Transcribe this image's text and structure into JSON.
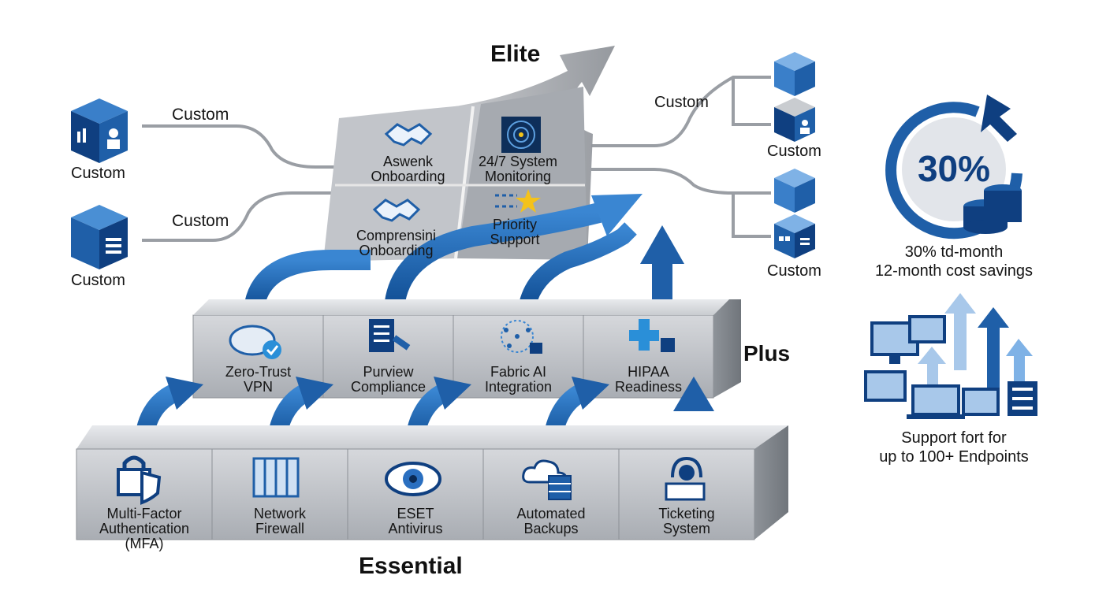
{
  "tiers": {
    "elite": "Elite",
    "plus": "Plus",
    "essential": "Essential"
  },
  "elite_cards": [
    {
      "label": "Aswenk\nOnboarding",
      "icon": "handshake-icon"
    },
    {
      "label": "24/7 System\nMonitoring",
      "icon": "radar-icon"
    },
    {
      "label": "Comprensini\nOnboarding",
      "icon": "handshake-icon"
    },
    {
      "label": "Priority\nSupport",
      "icon": "star-icon"
    }
  ],
  "plus_blocks": [
    {
      "label": "Zero-Trust\nVPN",
      "icon": "vpn-shield-icon"
    },
    {
      "label": "Purview\nCompliance",
      "icon": "checklist-gavel-icon"
    },
    {
      "label": "Fabric AI\nIntegration",
      "icon": "network-lock-icon"
    },
    {
      "label": "HIPAA\nReadiness",
      "icon": "medical-lock-icon"
    }
  ],
  "essential_blocks": [
    {
      "label": "Multi-Factor\nAuthentication\n(MFA)",
      "icon": "lock-shield-icon"
    },
    {
      "label": "Network\nFirewall",
      "icon": "firewall-icon"
    },
    {
      "label": "ESET\nAntivirus",
      "icon": "eye-icon"
    },
    {
      "label": "Automated\nBackups",
      "icon": "cloud-database-icon"
    },
    {
      "label": "Ticketing\nSystem",
      "icon": "headset-ticket-icon"
    }
  ],
  "custom": {
    "left_top_link": "Custom",
    "left_bottom_link": "Custom",
    "left_top_box": "Custom",
    "left_bottom_box": "Custom",
    "right_link": "Custom",
    "right_top_box": "Custom",
    "right_bottom_box": "Custom"
  },
  "savings": {
    "badge": "30%",
    "caption": "30% td-month\n12-month cost savings"
  },
  "endpoints": {
    "caption": "Support fort for\nup to 100+ Endpoints"
  },
  "colors": {
    "blue": "#1f5fa8",
    "light_blue": "#4a8fd4",
    "navy": "#0f3f80",
    "gray": "#b8bcc2"
  }
}
